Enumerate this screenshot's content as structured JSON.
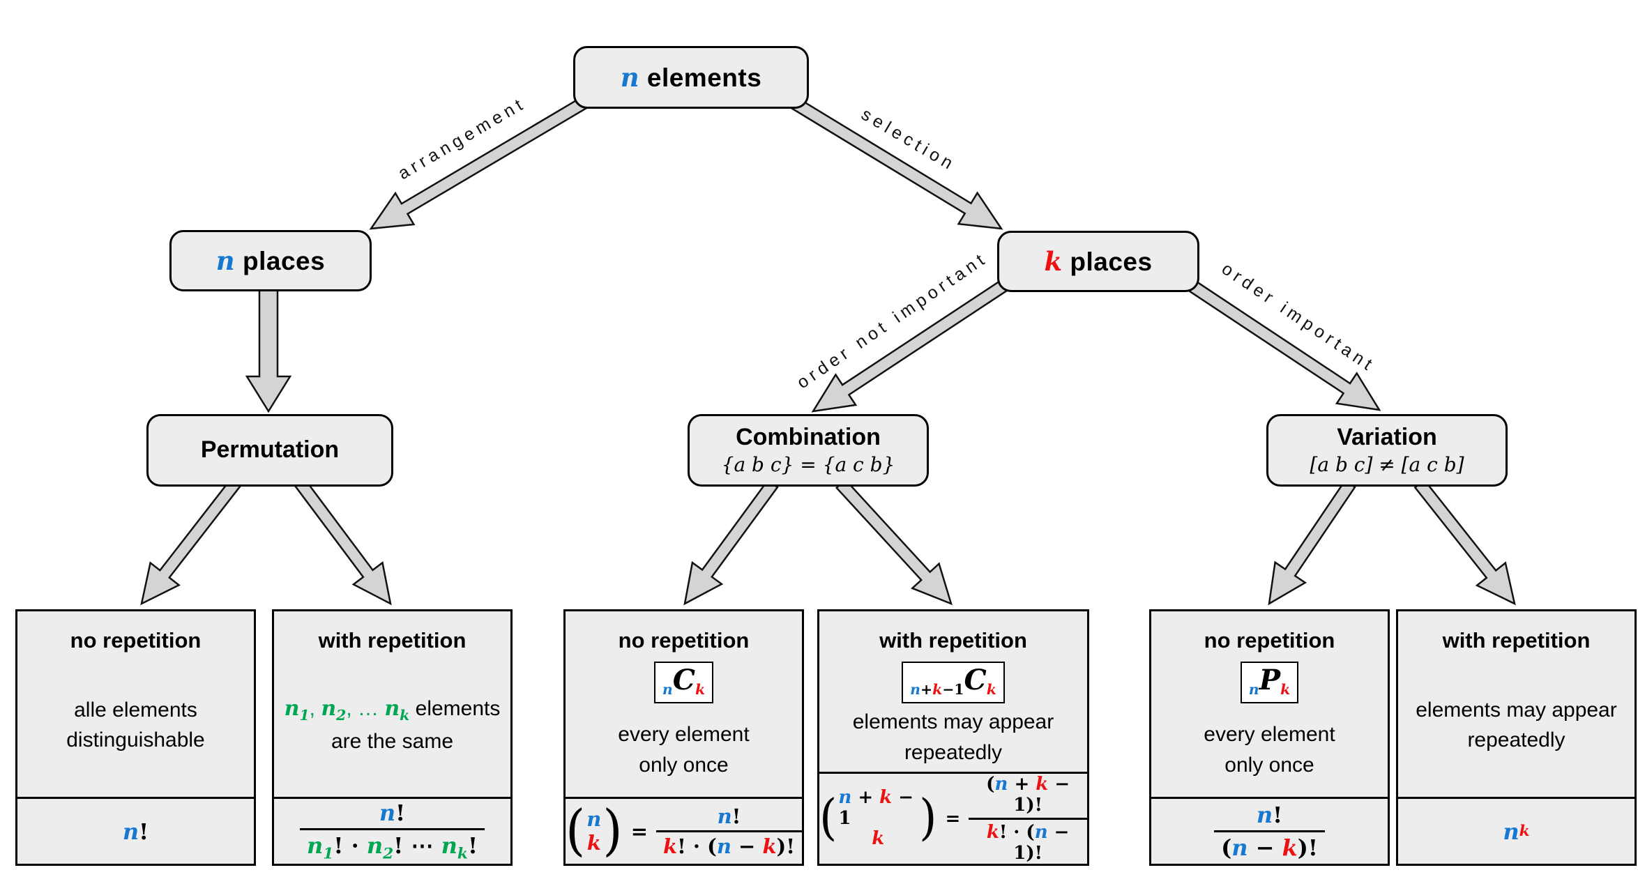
{
  "colors": {
    "blue": "#1778d2",
    "red": "#ee1111",
    "green": "#00a651",
    "box_fill": "#ededed",
    "arrow_fill": "#d4d4d4"
  },
  "nodes": {
    "root": {
      "segs": [
        [
          "n",
          "b",
          "v"
        ],
        [
          " elements",
          "k",
          ""
        ]
      ]
    },
    "n_places": {
      "segs": [
        [
          "n",
          "b",
          "v"
        ],
        [
          " places",
          "k",
          ""
        ]
      ]
    },
    "k_places": {
      "segs": [
        [
          "k",
          "r",
          "v"
        ],
        [
          " places",
          "k",
          ""
        ]
      ]
    },
    "permutation": {
      "title": "Permutation",
      "subtitle": ""
    },
    "combination": {
      "title": "Combination",
      "subtitle": "{a b c} = {a c b}"
    },
    "variation": {
      "title": "Variation",
      "subtitle": "[a b c] ≠ [a c b]"
    }
  },
  "edge_labels": {
    "arrangement": "arrangement",
    "selection": "selection",
    "order_not_important": "order not important",
    "order_important": "order important"
  },
  "leaves": [
    {
      "id": "permutation-no-repetition",
      "title": "no repetition",
      "badge": null,
      "desc": [
        [
          [
            "alle elements",
            "k",
            ""
          ]
        ],
        [
          [
            "distinguishable",
            "k",
            ""
          ]
        ]
      ],
      "formula": {
        "type": "plain",
        "segs": [
          [
            "n",
            "b",
            "v"
          ],
          [
            "!",
            "k",
            ""
          ]
        ]
      }
    },
    {
      "id": "permutation-with-repetition",
      "title": "with repetition",
      "badge": null,
      "desc": [
        [
          [
            "n",
            "g",
            "v"
          ],
          [
            "1",
            "g",
            "v sub"
          ],
          [
            ", ",
            "g",
            ""
          ],
          [
            "n",
            "g",
            "v"
          ],
          [
            "2",
            "g",
            "v sub"
          ],
          [
            ", … ",
            "g",
            ""
          ],
          [
            "n",
            "g",
            "v"
          ],
          [
            "k",
            "g",
            "v sub"
          ],
          [
            " elements",
            "k",
            ""
          ]
        ],
        [
          [
            "are the same",
            "k",
            ""
          ]
        ]
      ],
      "formula": {
        "type": "frac",
        "num": [
          [
            "n",
            "b",
            "v"
          ],
          [
            "!",
            "k",
            ""
          ]
        ],
        "den": [
          [
            "n",
            "g",
            "v"
          ],
          [
            "1",
            "g",
            "v sub"
          ],
          [
            "! · ",
            "k",
            ""
          ],
          [
            "n",
            "g",
            "v"
          ],
          [
            "2",
            "g",
            "v sub"
          ],
          [
            "! ⋯ ",
            "k",
            ""
          ],
          [
            "n",
            "g",
            "v"
          ],
          [
            "k",
            "g",
            "v sub"
          ],
          [
            "!",
            "k",
            ""
          ]
        ]
      }
    },
    {
      "id": "combination-no-repetition",
      "title": "no repetition",
      "badge": [
        [
          "n",
          "b",
          "v sub"
        ],
        [
          "C",
          "k",
          "v big"
        ],
        [
          "k",
          "r",
          "v sub"
        ]
      ],
      "desc": [
        [
          [
            "every element",
            "k",
            ""
          ]
        ],
        [
          [
            "only once",
            "k",
            ""
          ]
        ]
      ],
      "formula": {
        "type": "binom",
        "top": [
          [
            "n",
            "b",
            "v"
          ]
        ],
        "bot": [
          [
            "k",
            "r",
            "v"
          ]
        ],
        "num": [
          [
            "n",
            "b",
            "v"
          ],
          [
            "!",
            "k",
            ""
          ]
        ],
        "den": [
          [
            "k",
            "r",
            "v"
          ],
          [
            "! · (",
            "k",
            ""
          ],
          [
            "n",
            "b",
            "v"
          ],
          [
            " − ",
            "k",
            ""
          ],
          [
            "k",
            "r",
            "v"
          ],
          [
            ")!",
            "k",
            ""
          ]
        ]
      }
    },
    {
      "id": "combination-with-repetition",
      "title": "with repetition",
      "badge": [
        [
          "n",
          "b",
          "v sub"
        ],
        [
          "+",
          "k",
          "sub"
        ],
        [
          "k",
          "r",
          "v sub"
        ],
        [
          "−1",
          "k",
          "sub"
        ],
        [
          "C",
          "k",
          "v big"
        ],
        [
          "k",
          "r",
          "v sub"
        ]
      ],
      "desc": [
        [
          [
            "elements may appear",
            "k",
            ""
          ]
        ],
        [
          [
            "repeatedly",
            "k",
            ""
          ]
        ]
      ],
      "formula": {
        "type": "binom",
        "top": [
          [
            "n",
            "b",
            "v"
          ],
          [
            " + ",
            "k",
            ""
          ],
          [
            "k",
            "r",
            "v"
          ],
          [
            " − 1",
            "k",
            ""
          ]
        ],
        "bot": [
          [
            "k",
            "r",
            "v"
          ]
        ],
        "num": [
          [
            "(",
            "k",
            ""
          ],
          [
            "n",
            "b",
            "v"
          ],
          [
            " + ",
            "k",
            ""
          ],
          [
            "k",
            "r",
            "v"
          ],
          [
            " − 1)!",
            "k",
            ""
          ]
        ],
        "den": [
          [
            "k",
            "r",
            "v"
          ],
          [
            "! · (",
            "k",
            ""
          ],
          [
            "n",
            "b",
            "v"
          ],
          [
            " − 1)!",
            "k",
            ""
          ]
        ]
      }
    },
    {
      "id": "variation-no-repetition",
      "title": "no repetition",
      "badge": [
        [
          "n",
          "b",
          "v sub"
        ],
        [
          "P",
          "k",
          "v big"
        ],
        [
          "k",
          "r",
          "v sub"
        ]
      ],
      "desc": [
        [
          [
            "every element",
            "k",
            ""
          ]
        ],
        [
          [
            "only once",
            "k",
            ""
          ]
        ]
      ],
      "formula": {
        "type": "frac",
        "num": [
          [
            "n",
            "b",
            "v"
          ],
          [
            "!",
            "k",
            ""
          ]
        ],
        "den": [
          [
            "(",
            "k",
            ""
          ],
          [
            "n",
            "b",
            "v"
          ],
          [
            " − ",
            "k",
            ""
          ],
          [
            "k",
            "r",
            "v"
          ],
          [
            ")!",
            "k",
            ""
          ]
        ]
      }
    },
    {
      "id": "variation-with-repetition",
      "title": "with repetition",
      "badge": null,
      "desc": [
        [
          [
            "elements may appear",
            "k",
            ""
          ]
        ],
        [
          [
            "repeatedly",
            "k",
            ""
          ]
        ]
      ],
      "formula": {
        "type": "plain",
        "segs": [
          [
            "n",
            "b",
            "v"
          ],
          [
            "k",
            "r",
            "v sup"
          ]
        ]
      }
    }
  ]
}
